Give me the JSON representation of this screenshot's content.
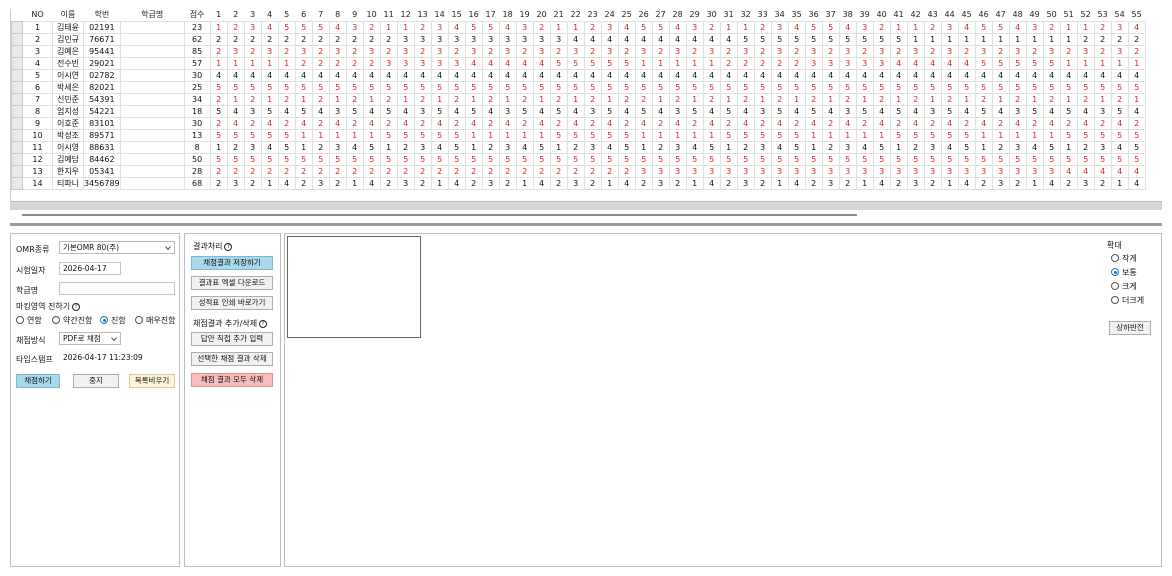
{
  "grid": {
    "fixed_headers": [
      "NO",
      "이름",
      "학번",
      "학급명",
      "점수"
    ],
    "answer_headers": [
      "1",
      "2",
      "3",
      "4",
      "5",
      "6",
      "7",
      "8",
      "9",
      "10",
      "11",
      "12",
      "13",
      "14",
      "15",
      "16",
      "17",
      "18",
      "19",
      "20",
      "21",
      "22",
      "23",
      "24",
      "25",
      "26",
      "27",
      "28",
      "29",
      "30",
      "31",
      "32",
      "33",
      "34",
      "35",
      "36",
      "37",
      "38",
      "39",
      "40",
      "41",
      "42",
      "43",
      "44",
      "45",
      "46",
      "47",
      "48",
      "49",
      "50",
      "51",
      "52",
      "53",
      "54",
      "55"
    ],
    "rows": [
      {
        "no": "1",
        "name": "김태윤",
        "id": "02191",
        "cls": "",
        "score": "23",
        "ans": [
          "1",
          "2",
          "3",
          "4",
          "5",
          "5",
          "5",
          "4",
          "3",
          "2",
          "1",
          "1",
          "2",
          "3",
          "4",
          "5",
          "5",
          "4",
          "3",
          "2",
          "1",
          "1",
          "2",
          "3",
          "4",
          "5",
          "5",
          "4",
          "3",
          "2",
          "1",
          "1",
          "2",
          "3",
          "4",
          "5",
          "5",
          "4",
          "3",
          "2",
          "1",
          "1",
          "2",
          "3",
          "4",
          "5",
          "5",
          "4",
          "3",
          "2",
          "1",
          "1",
          "2",
          "3",
          "4"
        ]
      },
      {
        "no": "2",
        "name": "김민규",
        "id": "76671",
        "cls": "",
        "score": "62",
        "ans": [
          "2",
          "2",
          "2",
          "2",
          "2",
          "2",
          "2",
          "2",
          "2",
          "2",
          "2",
          "3",
          "3",
          "3",
          "3",
          "3",
          "3",
          "3",
          "3",
          "3",
          "3",
          "4",
          "4",
          "4",
          "4",
          "4",
          "4",
          "4",
          "4",
          "4",
          "4",
          "5",
          "5",
          "5",
          "5",
          "5",
          "5",
          "5",
          "5",
          "5",
          "5",
          "1",
          "1",
          "1",
          "1",
          "1",
          "1",
          "1",
          "1",
          "1",
          "1",
          "2",
          "2",
          "2",
          "2"
        ]
      },
      {
        "no": "3",
        "name": "김예은",
        "id": "95441",
        "cls": "",
        "score": "85",
        "ans": [
          "2",
          "3",
          "2",
          "3",
          "2",
          "3",
          "2",
          "3",
          "2",
          "3",
          "2",
          "3",
          "2",
          "3",
          "2",
          "3",
          "2",
          "3",
          "2",
          "3",
          "2",
          "3",
          "2",
          "3",
          "2",
          "3",
          "2",
          "3",
          "2",
          "3",
          "2",
          "3",
          "2",
          "3",
          "2",
          "3",
          "2",
          "3",
          "2",
          "3",
          "2",
          "3",
          "2",
          "3",
          "2",
          "3",
          "2",
          "3",
          "2",
          "3",
          "2",
          "3",
          "2",
          "3",
          "2"
        ]
      },
      {
        "no": "4",
        "name": "전수빈",
        "id": "29021",
        "cls": "",
        "score": "57",
        "ans": [
          "1",
          "1",
          "1",
          "1",
          "1",
          "2",
          "2",
          "2",
          "2",
          "2",
          "3",
          "3",
          "3",
          "3",
          "3",
          "4",
          "4",
          "4",
          "4",
          "4",
          "5",
          "5",
          "5",
          "5",
          "5",
          "1",
          "1",
          "1",
          "1",
          "1",
          "2",
          "2",
          "2",
          "2",
          "2",
          "3",
          "3",
          "3",
          "3",
          "3",
          "4",
          "4",
          "4",
          "4",
          "4",
          "5",
          "5",
          "5",
          "5",
          "5",
          "1",
          "1",
          "1",
          "1",
          "1"
        ]
      },
      {
        "no": "5",
        "name": "이시연",
        "id": "02782",
        "cls": "",
        "score": "30",
        "ans": [
          "4",
          "4",
          "4",
          "4",
          "4",
          "4",
          "4",
          "4",
          "4",
          "4",
          "4",
          "4",
          "4",
          "4",
          "4",
          "4",
          "4",
          "4",
          "4",
          "4",
          "4",
          "4",
          "4",
          "4",
          "4",
          "4",
          "4",
          "4",
          "4",
          "4",
          "4",
          "4",
          "4",
          "4",
          "4",
          "4",
          "4",
          "4",
          "4",
          "4",
          "4",
          "4",
          "4",
          "4",
          "4",
          "4",
          "4",
          "4",
          "4",
          "4",
          "4",
          "4",
          "4",
          "4",
          "4"
        ]
      },
      {
        "no": "6",
        "name": "박세은",
        "id": "82021",
        "cls": "",
        "score": "25",
        "ans": [
          "5",
          "5",
          "5",
          "5",
          "5",
          "5",
          "5",
          "5",
          "5",
          "5",
          "5",
          "5",
          "5",
          "5",
          "5",
          "5",
          "5",
          "5",
          "5",
          "5",
          "5",
          "5",
          "5",
          "5",
          "5",
          "5",
          "5",
          "5",
          "5",
          "5",
          "5",
          "5",
          "5",
          "5",
          "5",
          "5",
          "5",
          "5",
          "5",
          "5",
          "5",
          "5",
          "5",
          "5",
          "5",
          "5",
          "5",
          "5",
          "5",
          "5",
          "5",
          "5",
          "5",
          "5",
          "5"
        ]
      },
      {
        "no": "7",
        "name": "신민준",
        "id": "54391",
        "cls": "",
        "score": "34",
        "ans": [
          "2",
          "1",
          "2",
          "1",
          "2",
          "1",
          "2",
          "1",
          "2",
          "1",
          "2",
          "1",
          "2",
          "1",
          "2",
          "1",
          "2",
          "1",
          "2",
          "1",
          "2",
          "1",
          "2",
          "1",
          "2",
          "2",
          "1",
          "2",
          "1",
          "2",
          "1",
          "2",
          "1",
          "2",
          "1",
          "2",
          "1",
          "2",
          "1",
          "2",
          "1",
          "2",
          "1",
          "2",
          "1",
          "2",
          "1",
          "2",
          "1",
          "2",
          "1",
          "2",
          "1",
          "2",
          "1"
        ]
      },
      {
        "no": "8",
        "name": "엄지성",
        "id": "54221",
        "cls": "",
        "score": "18",
        "ans": [
          "5",
          "4",
          "3",
          "5",
          "4",
          "5",
          "4",
          "3",
          "5",
          "4",
          "5",
          "4",
          "3",
          "5",
          "4",
          "5",
          "4",
          "3",
          "5",
          "4",
          "5",
          "4",
          "3",
          "5",
          "4",
          "5",
          "4",
          "3",
          "5",
          "4",
          "5",
          "4",
          "3",
          "5",
          "4",
          "5",
          "4",
          "3",
          "5",
          "4",
          "5",
          "4",
          "3",
          "5",
          "4",
          "5",
          "4",
          "3",
          "5",
          "4",
          "5",
          "4",
          "3",
          "5",
          "4"
        ]
      },
      {
        "no": "9",
        "name": "이호준",
        "id": "83101",
        "cls": "",
        "score": "30",
        "ans": [
          "2",
          "4",
          "2",
          "4",
          "2",
          "4",
          "2",
          "4",
          "2",
          "4",
          "2",
          "4",
          "2",
          "4",
          "2",
          "4",
          "2",
          "4",
          "2",
          "4",
          "2",
          "4",
          "2",
          "4",
          "2",
          "4",
          "2",
          "4",
          "2",
          "4",
          "2",
          "4",
          "2",
          "4",
          "2",
          "4",
          "2",
          "4",
          "2",
          "4",
          "2",
          "4",
          "2",
          "4",
          "2",
          "4",
          "2",
          "4",
          "2",
          "4",
          "2",
          "4",
          "2",
          "4",
          "2"
        ]
      },
      {
        "no": "10",
        "name": "박성조",
        "id": "89571",
        "cls": "",
        "score": "13",
        "ans": [
          "5",
          "5",
          "5",
          "5",
          "5",
          "1",
          "1",
          "1",
          "1",
          "1",
          "5",
          "5",
          "5",
          "5",
          "5",
          "1",
          "1",
          "1",
          "1",
          "1",
          "5",
          "5",
          "5",
          "5",
          "5",
          "1",
          "1",
          "1",
          "1",
          "1",
          "5",
          "5",
          "5",
          "5",
          "5",
          "1",
          "1",
          "1",
          "1",
          "1",
          "5",
          "5",
          "5",
          "5",
          "5",
          "1",
          "1",
          "1",
          "1",
          "1",
          "5",
          "5",
          "5",
          "5",
          "5"
        ]
      },
      {
        "no": "11",
        "name": "이시영",
        "id": "88631",
        "cls": "",
        "score": "8",
        "ans": [
          "1",
          "2",
          "3",
          "4",
          "5",
          "1",
          "2",
          "3",
          "4",
          "5",
          "1",
          "2",
          "3",
          "4",
          "5",
          "1",
          "2",
          "3",
          "4",
          "5",
          "1",
          "2",
          "3",
          "4",
          "5",
          "1",
          "2",
          "3",
          "4",
          "5",
          "1",
          "2",
          "3",
          "4",
          "5",
          "1",
          "2",
          "3",
          "4",
          "5",
          "1",
          "2",
          "3",
          "4",
          "5",
          "1",
          "2",
          "3",
          "4",
          "5",
          "1",
          "2",
          "3",
          "4",
          "5"
        ]
      },
      {
        "no": "12",
        "name": "김예담",
        "id": "84462",
        "cls": "",
        "score": "50",
        "ans": [
          "5",
          "5",
          "5",
          "5",
          "5",
          "5",
          "5",
          "5",
          "5",
          "5",
          "5",
          "5",
          "5",
          "5",
          "5",
          "5",
          "5",
          "5",
          "5",
          "5",
          "5",
          "5",
          "5",
          "5",
          "5",
          "5",
          "5",
          "5",
          "5",
          "5",
          "5",
          "5",
          "5",
          "5",
          "5",
          "5",
          "5",
          "5",
          "5",
          "5",
          "5",
          "5",
          "5",
          "5",
          "5",
          "5",
          "5",
          "5",
          "5",
          "5",
          "5",
          "5",
          "5",
          "5",
          "5"
        ]
      },
      {
        "no": "13",
        "name": "한지우",
        "id": "05341",
        "cls": "",
        "score": "28",
        "ans": [
          "2",
          "2",
          "2",
          "2",
          "2",
          "2",
          "2",
          "2",
          "2",
          "2",
          "2",
          "2",
          "2",
          "2",
          "2",
          "2",
          "2",
          "2",
          "2",
          "2",
          "2",
          "2",
          "2",
          "2",
          "2",
          "3",
          "3",
          "3",
          "3",
          "3",
          "3",
          "3",
          "3",
          "3",
          "3",
          "3",
          "3",
          "3",
          "3",
          "3",
          "3",
          "3",
          "3",
          "3",
          "3",
          "3",
          "3",
          "3",
          "3",
          "3",
          "4",
          "4",
          "4",
          "4",
          "4"
        ]
      },
      {
        "no": "14",
        "name": "티파니",
        "id": "3456789",
        "cls": "",
        "score": "68",
        "ans": [
          "2",
          "3",
          "2",
          "1",
          "4",
          "2",
          "3",
          "2",
          "1",
          "4",
          "2",
          "3",
          "2",
          "1",
          "4",
          "2",
          "3",
          "2",
          "1",
          "4",
          "2",
          "3",
          "2",
          "1",
          "4",
          "2",
          "3",
          "2",
          "1",
          "4",
          "2",
          "3",
          "2",
          "1",
          "4",
          "2",
          "3",
          "2",
          "1",
          "4",
          "2",
          "3",
          "2",
          "1",
          "4",
          "2",
          "3",
          "2",
          "1",
          "4",
          "2",
          "3",
          "2",
          "1",
          "4"
        ]
      }
    ]
  },
  "settings": {
    "omr_label": "OMR종류",
    "omr_value": "기본OMR 80(주)",
    "exam_date_label": "시험일자",
    "exam_date_value": "2026-04-17",
    "class_label": "학급명",
    "class_value": "",
    "marking_label": "마킹영역 진하기",
    "marking_options": [
      "연함",
      "약간진함",
      "진함",
      "매우진함"
    ],
    "marking_selected": "진함",
    "grading_label": "채점방식",
    "grading_value": "PDF로 채점",
    "timestamp_label": "타임스탬프",
    "timestamp_value": "2026-04-17 11:23:09",
    "btn_grade": "채점하기",
    "btn_stop": "중지",
    "btn_clear": "목록비우기"
  },
  "results": {
    "process_label": "결과처리",
    "btn_save": "채점결과 저장하기",
    "btn_excel": "결과표 엑셀 다운로드",
    "btn_print": "성적표 인쇄 바로가기",
    "edit_label": "채점결과 추가/삭제",
    "btn_add": "답안 직접 추가 입력",
    "btn_delete_selected": "선택한 채점 결과 삭제",
    "btn_delete_all": "채점 결과 모두 삭제"
  },
  "view": {
    "zoom_label": "확대",
    "zoom_options": [
      "작게",
      "보통",
      "크게",
      "더크게"
    ],
    "zoom_selected": "보통",
    "btn_flip": "상하반전"
  },
  "colors": {
    "wrong_answer": "#dd2222",
    "correct_answer": "#111111",
    "save_button": "#a8d8ea",
    "delete_all_button": "#f7bcbc",
    "clear_button": "#fdf5d6",
    "selected_radio": "#1b6ec2"
  }
}
